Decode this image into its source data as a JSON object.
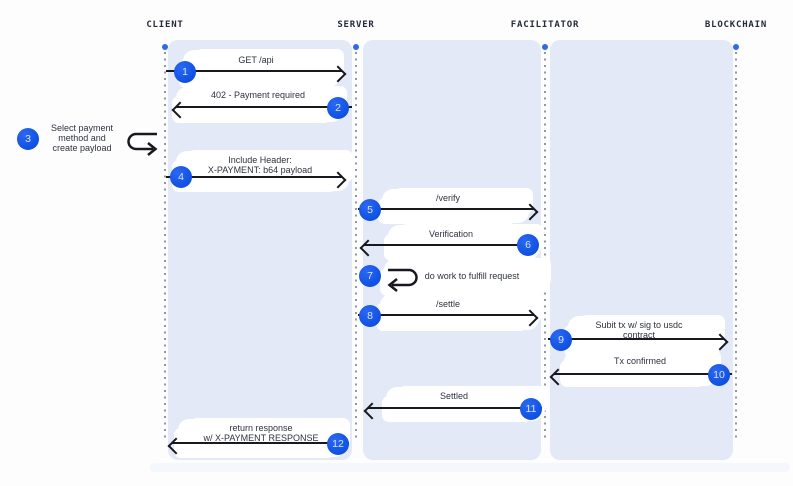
{
  "diagram": {
    "actors": [
      {
        "label": "CLIENT"
      },
      {
        "label": "SERVER"
      },
      {
        "label": "FACILITATOR"
      },
      {
        "label": "BLOCKCHAIN"
      }
    ],
    "messages": [
      {
        "num": "1",
        "label": "GET /api",
        "from": "CLIENT",
        "to": "SERVER",
        "kind": "arrow-right"
      },
      {
        "num": "2",
        "label": "402 - Payment required",
        "from": "SERVER",
        "to": "CLIENT",
        "kind": "arrow-left"
      },
      {
        "num": "3",
        "label": "Select payment\nmethod and\ncreate payload",
        "from": "CLIENT",
        "to": "CLIENT",
        "kind": "self-loop"
      },
      {
        "num": "4",
        "label": "Include Header:\nX-PAYMENT: b64 payload",
        "from": "CLIENT",
        "to": "SERVER",
        "kind": "arrow-right"
      },
      {
        "num": "5",
        "label": "/verify",
        "from": "SERVER",
        "to": "FACILITATOR",
        "kind": "arrow-right"
      },
      {
        "num": "6",
        "label": "Verification",
        "from": "FACILITATOR",
        "to": "SERVER",
        "kind": "arrow-left"
      },
      {
        "num": "7",
        "label": "do work to fulfill request",
        "from": "SERVER",
        "to": "SERVER",
        "kind": "self-loop"
      },
      {
        "num": "8",
        "label": "/settle",
        "from": "SERVER",
        "to": "FACILITATOR",
        "kind": "arrow-right"
      },
      {
        "num": "9",
        "label": "Subit tx w/ sig to usdc\ncontract",
        "from": "FACILITATOR",
        "to": "BLOCKCHAIN",
        "kind": "arrow-right"
      },
      {
        "num": "10",
        "label": "Tx confirmed",
        "from": "BLOCKCHAIN",
        "to": "FACILITATOR",
        "kind": "arrow-left"
      },
      {
        "num": "11",
        "label": "Settled",
        "from": "FACILITATOR",
        "to": "SERVER",
        "kind": "arrow-left"
      },
      {
        "num": "12",
        "label": "return response\nw/ X-PAYMENT RESPONSE",
        "from": "SERVER",
        "to": "CLIENT",
        "kind": "arrow-left"
      }
    ],
    "colors": {
      "accent_blue": "#1155e8",
      "lane_fill": "#e4e9f8",
      "arrow": "#17191f",
      "lifeline_dot": "#8f97a8",
      "endpoint_dot": "#2f6ae9",
      "badge_text": "#d6e4ff"
    }
  }
}
